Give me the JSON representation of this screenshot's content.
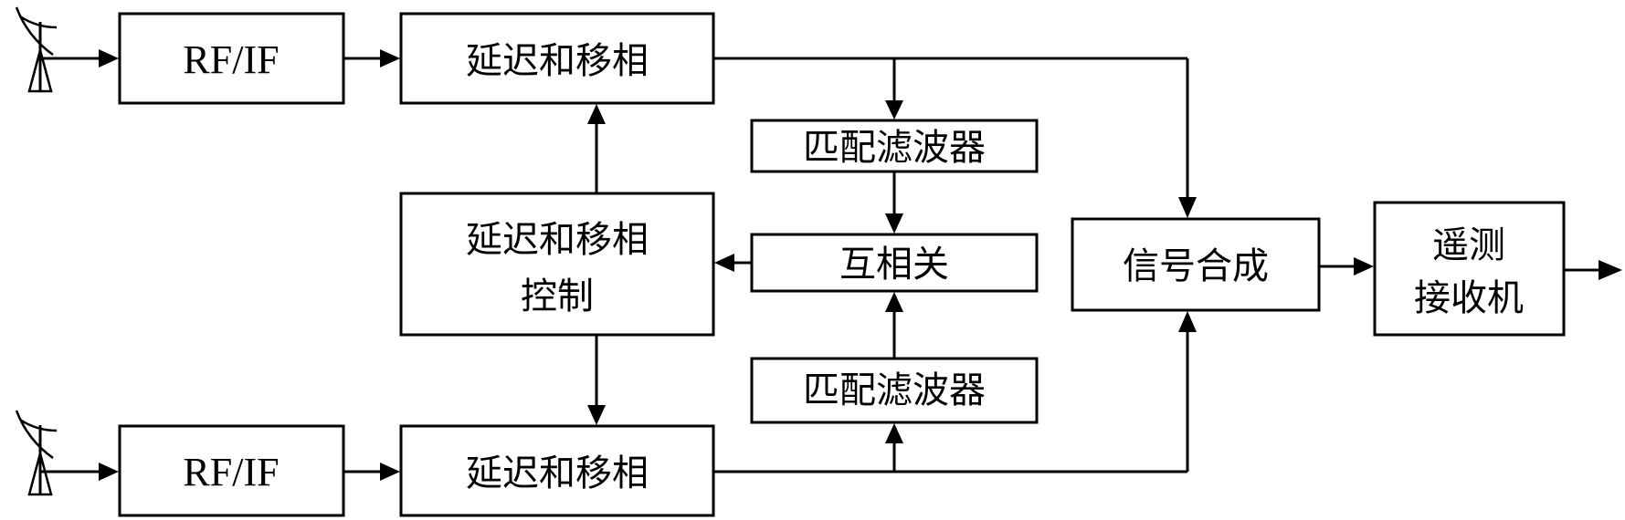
{
  "blocks": {
    "rf_if_top": "RF/IF",
    "delay_phase_top": "延迟和移相",
    "matched_filter_top": "匹配滤波器",
    "cross_correlation": "互相关",
    "delay_phase_control_line1": "延迟和移相",
    "delay_phase_control_line2": "控制",
    "matched_filter_bottom": "匹配滤波器",
    "rf_if_bottom": "RF/IF",
    "delay_phase_bottom": "延迟和移相",
    "signal_combining": "信号合成",
    "telemetry_receiver_line1": "遥测",
    "telemetry_receiver_line2": "接收机"
  }
}
